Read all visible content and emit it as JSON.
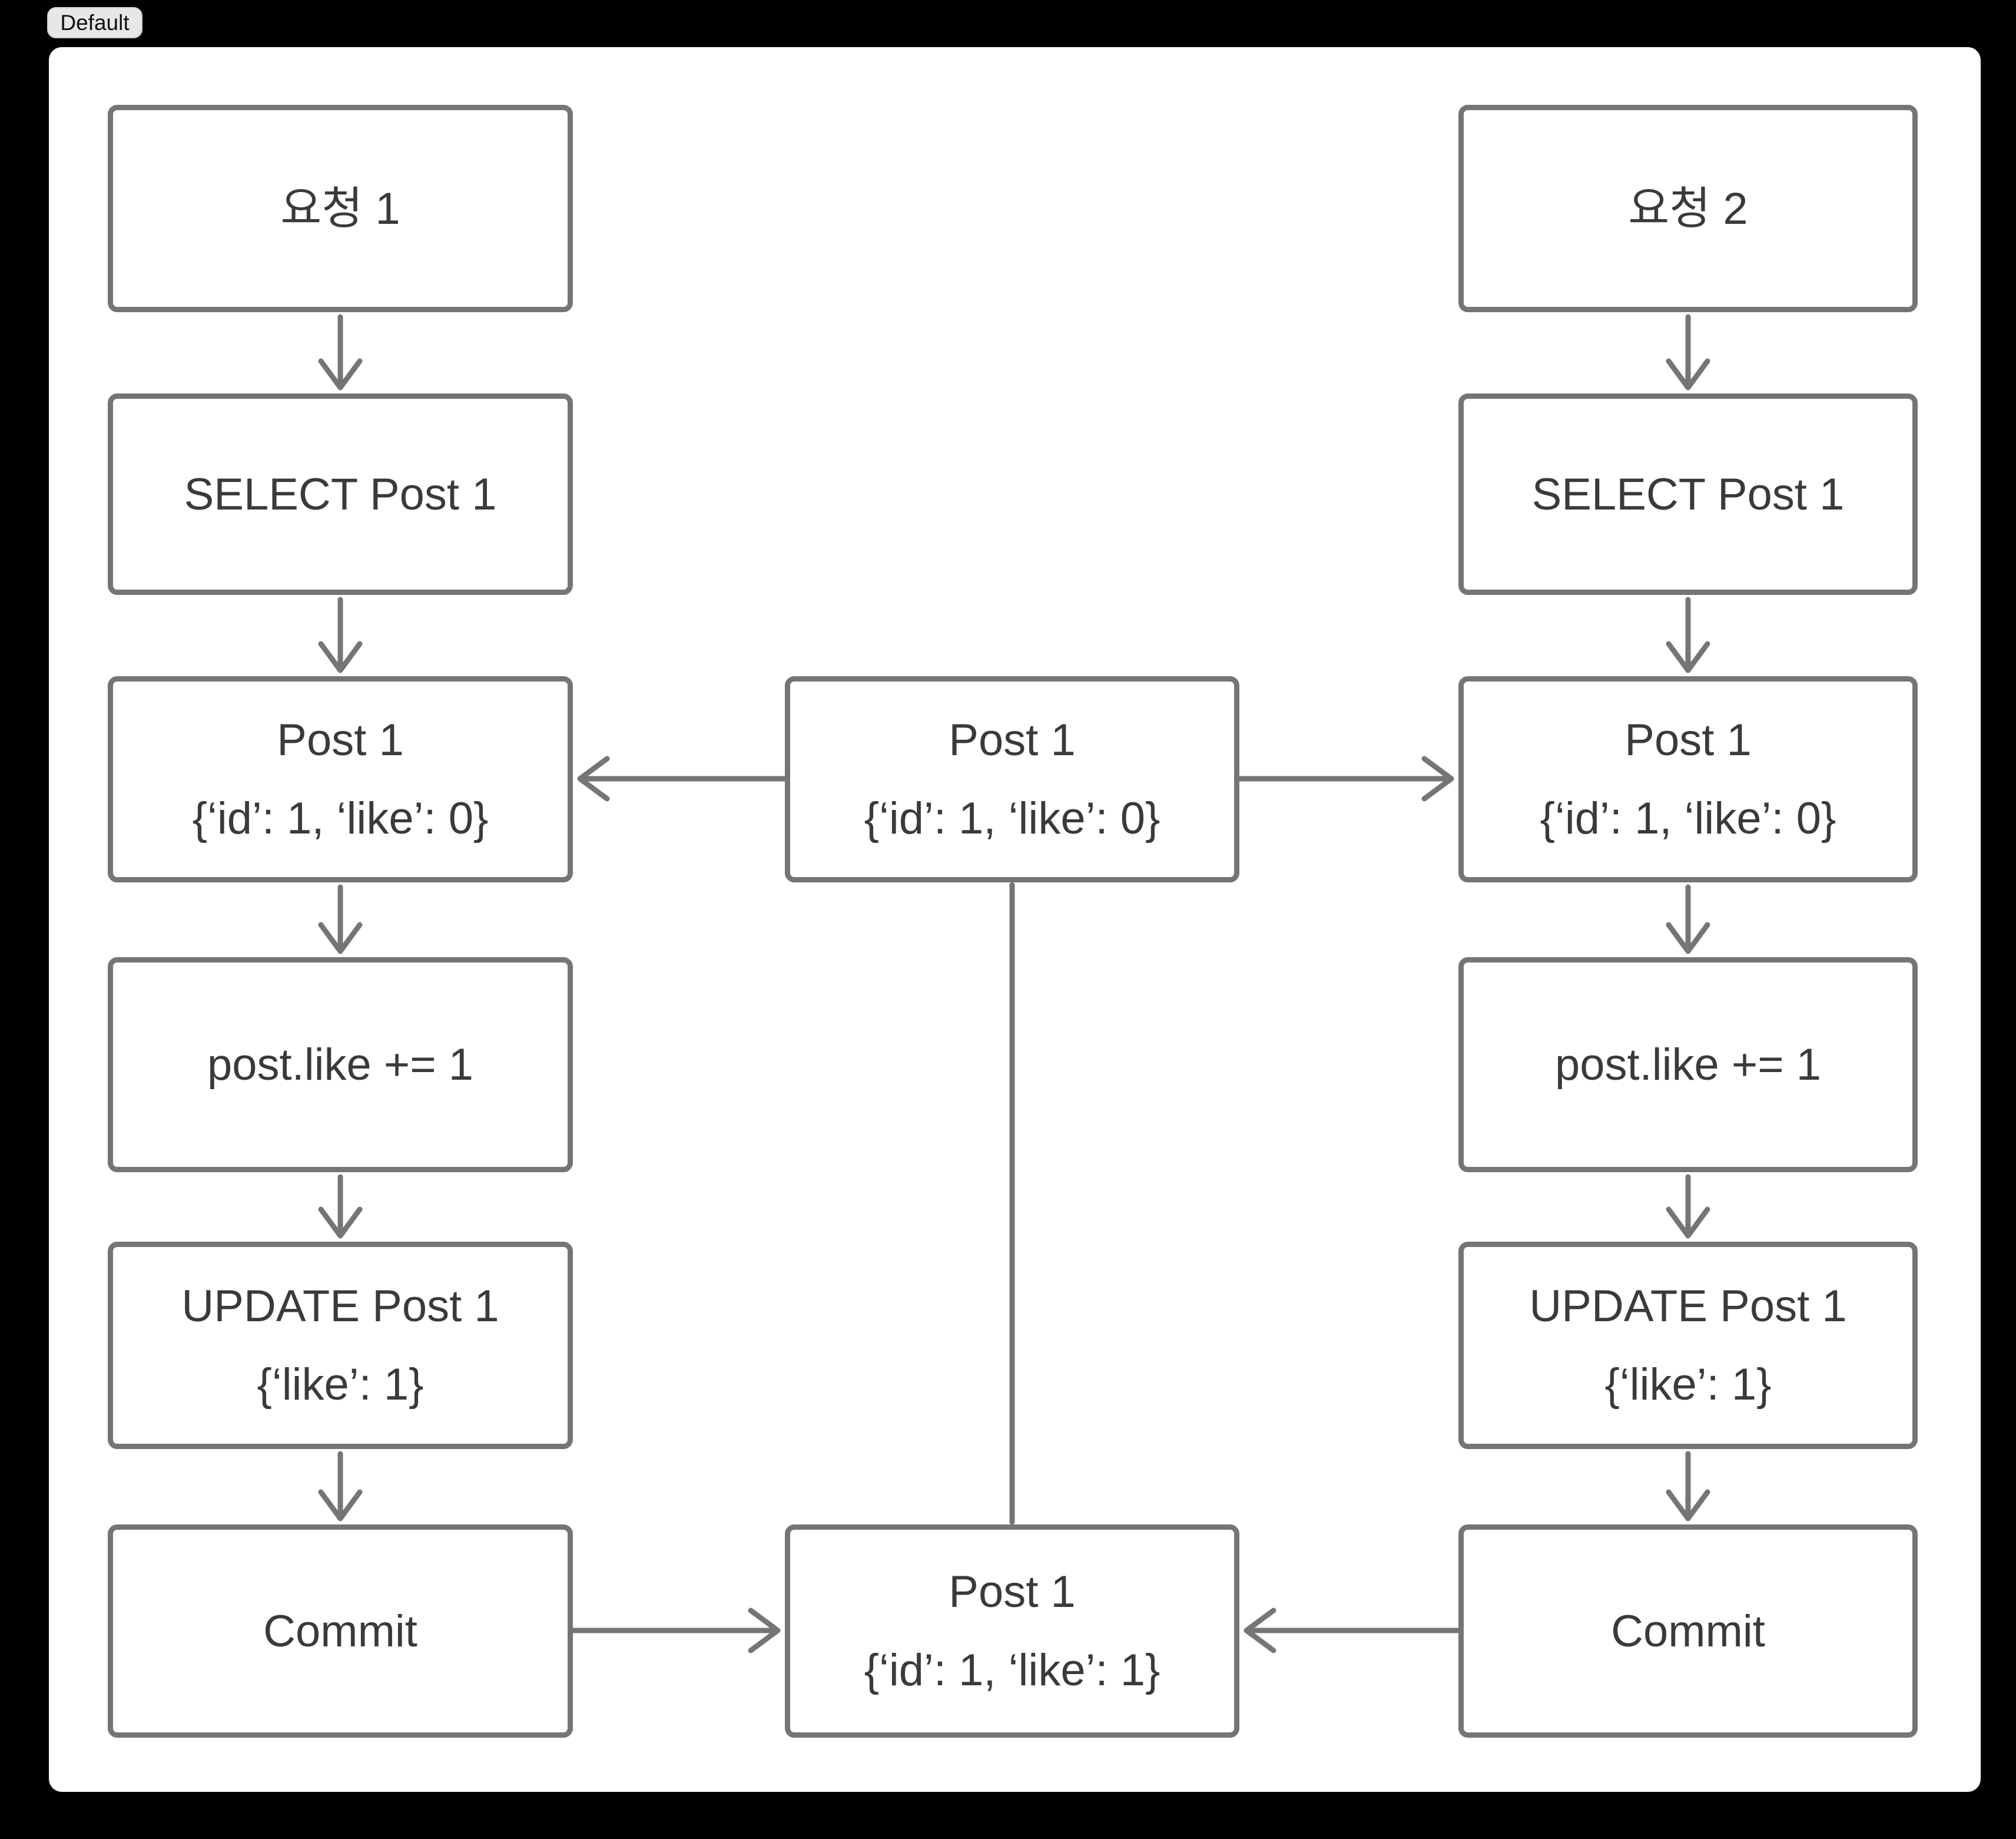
{
  "toolbar": {
    "mode_chip_label": "Default"
  },
  "colors": {
    "page_bg": "#000000",
    "panel_bg": "#ffffff",
    "node_border": "#757575",
    "arrow": "#757575",
    "node_text": "#3a3a3c",
    "chip_bg": "#e7e7e7",
    "chip_text": "#111111"
  },
  "diagram": {
    "left_column": {
      "request": {
        "line1": "요청 1"
      },
      "select": {
        "line1": "SELECT Post 1"
      },
      "post_read": {
        "line1": "Post 1",
        "line2": "{‘id’: 1, ‘like’: 0}"
      },
      "increment": {
        "line1": "post.like += 1"
      },
      "update": {
        "line1": "UPDATE Post 1",
        "line2": "{‘like’: 1}"
      },
      "commit": {
        "line1": "Commit"
      }
    },
    "right_column": {
      "request": {
        "line1": "요청 2"
      },
      "select": {
        "line1": "SELECT Post 1"
      },
      "post_read": {
        "line1": "Post 1",
        "line2": "{‘id’: 1, ‘like’: 0}"
      },
      "increment": {
        "line1": "post.like += 1"
      },
      "update": {
        "line1": "UPDATE Post 1",
        "line2": "{‘like’: 1}"
      },
      "commit": {
        "line1": "Commit"
      }
    },
    "middle": {
      "db_before": {
        "line1": "Post 1",
        "line2": "{‘id’: 1, ‘like’: 0}"
      },
      "db_after": {
        "line1": "Post 1",
        "line2": "{‘id’: 1, ‘like’: 1}"
      }
    }
  }
}
